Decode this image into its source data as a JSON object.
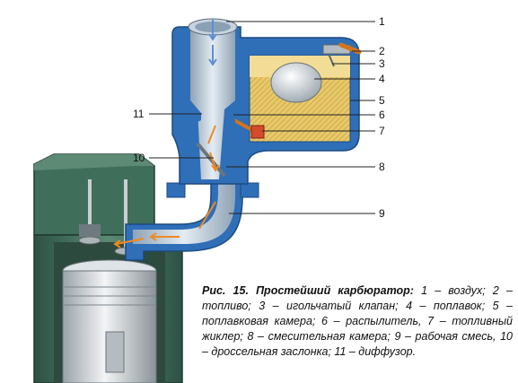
{
  "figure": {
    "callouts": [
      {
        "id": "1",
        "label": "1"
      },
      {
        "id": "2",
        "label": "2"
      },
      {
        "id": "3",
        "label": "3"
      },
      {
        "id": "4",
        "label": "4"
      },
      {
        "id": "5",
        "label": "5"
      },
      {
        "id": "6",
        "label": "6"
      },
      {
        "id": "7",
        "label": "7"
      },
      {
        "id": "8",
        "label": "8"
      },
      {
        "id": "9",
        "label": "9"
      },
      {
        "id": "10",
        "label": "10"
      },
      {
        "id": "11",
        "label": "11"
      }
    ]
  },
  "caption": {
    "title": "Рис. 15. Простейший карбюратор:",
    "text": " 1 – воздух; 2 – топливо; 3 – игольчатый клапан; 4 – поплавок; 5 – поплавковая камера; 6 – распылитель, 7 – топливный жиклер; 8 – смесительная камера; 9 – рабочая смесь, 10 – дроссельная заслонка; 11 – диффузор."
  },
  "colors": {
    "body_blue": "#2f6fb8",
    "engine_green": "#3f6f5a",
    "fuel_yellow": "#e8c96a",
    "pipe_gray": "#b9c6d2",
    "arrow_orange": "#f08a24"
  }
}
